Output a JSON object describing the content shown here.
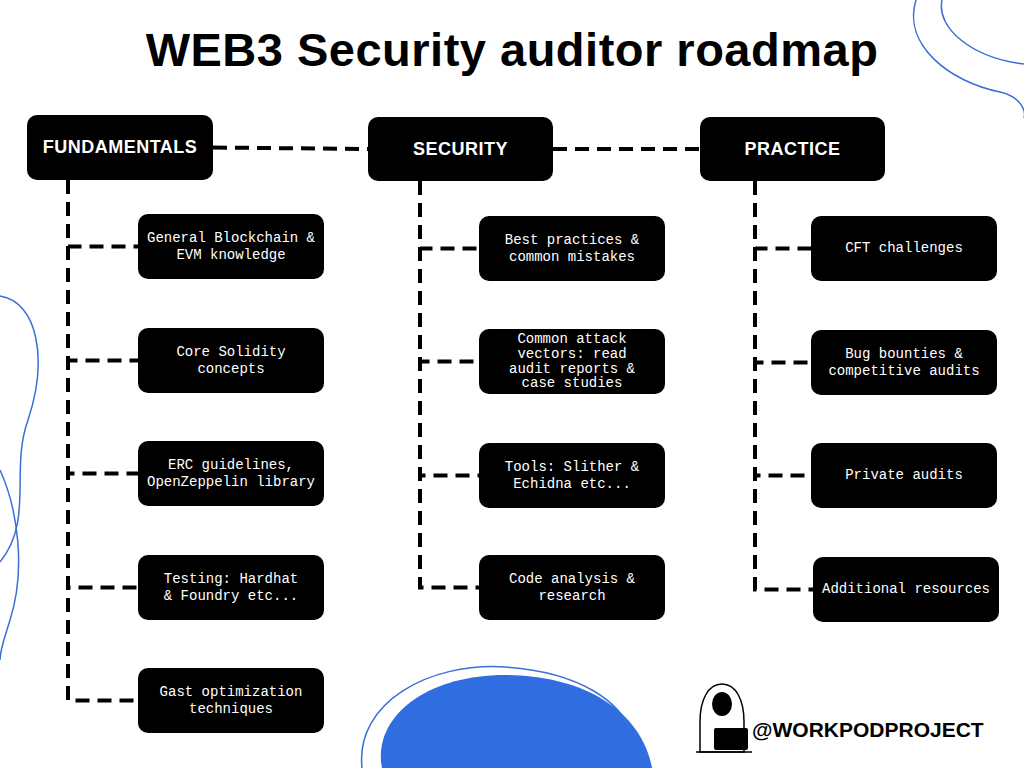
{
  "diagram": {
    "title": "WEB3 Security auditor roadmap",
    "nodes": [
      {
        "text": [
          "FUNDAMENTALS"
        ]
      },
      {
        "text": [
          "General Blockchain & EVM knowledge"
        ]
      },
      {
        "text": [
          "Core Solidity concepts"
        ]
      },
      {
        "text": [
          "ERC guidelines, OpenZeppelin library"
        ]
      },
      {
        "text": [
          "Testing: Hardhat & Foundry etc..."
        ]
      },
      {
        "text": [
          "Gast optimization techniques"
        ]
      },
      {
        "text": [
          "SECURITY"
        ]
      },
      {
        "text": [
          "Best practices & common mistakes"
        ]
      },
      {
        "text": [
          "Common attack vectors: read audit reports & case studies"
        ]
      },
      {
        "text": [
          "Tools: Slither & Echidna etc..."
        ]
      },
      {
        "text": [
          "Code analysis & research"
        ]
      },
      {
        "text": [
          "PRACTICE"
        ]
      },
      {
        "text": [
          "CFT challenges"
        ]
      },
      {
        "text": [
          "Bug bounties & competitive audits"
        ]
      },
      {
        "text": [
          "Private audits"
        ]
      },
      {
        "text": [
          "Additional resources"
        ]
      }
    ],
    "edges": [
      {
        "from": 0,
        "to": 6,
        "arrow": "none"
      },
      {
        "from": 6,
        "to": 11,
        "arrow": "none"
      },
      {
        "from": 0,
        "to": 1,
        "arrow": "none"
      },
      {
        "from": 0,
        "to": 2,
        "arrow": "none"
      },
      {
        "from": 0,
        "to": 3,
        "arrow": "none"
      },
      {
        "from": 0,
        "to": 4,
        "arrow": "none"
      },
      {
        "from": 0,
        "to": 5,
        "arrow": "none"
      },
      {
        "from": 6,
        "to": 7,
        "arrow": "none"
      },
      {
        "from": 6,
        "to": 8,
        "arrow": "none"
      },
      {
        "from": 6,
        "to": 9,
        "arrow": "none"
      },
      {
        "from": 6,
        "to": 10,
        "arrow": "none"
      },
      {
        "from": 11,
        "to": 12,
        "arrow": "none"
      },
      {
        "from": 11,
        "to": 13,
        "arrow": "none"
      },
      {
        "from": 11,
        "to": 14,
        "arrow": "none"
      },
      {
        "from": 11,
        "to": 15,
        "arrow": "none"
      }
    ],
    "labels": [
      "@WORKPODPROJECT"
    ]
  }
}
